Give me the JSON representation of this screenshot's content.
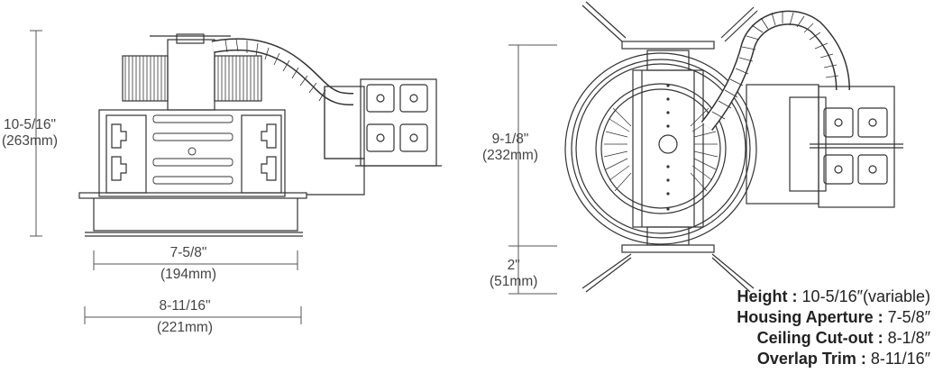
{
  "dimensions": {
    "side_height": {
      "value": "10-5/16\"",
      "metric": "(263mm)"
    },
    "side_aperture": {
      "value": "7-5/8\"",
      "metric": "(194mm)"
    },
    "side_trim": {
      "value": "8-11/16\"",
      "metric": "(221mm)"
    },
    "top_height": {
      "value": "9-1/8\"",
      "metric": "(232mm)"
    },
    "top_extension": {
      "value": "2\"",
      "metric": "(51mm)"
    }
  },
  "specs": [
    {
      "label": "Height",
      "value": "10-5/16″(variable)"
    },
    {
      "label": "Housing Aperture",
      "value": "7-5/8″"
    },
    {
      "label": "Ceiling Cut-out",
      "value": "8-1/8″"
    },
    {
      "label": "Overlap Trim",
      "value": "8-11/16″"
    }
  ]
}
